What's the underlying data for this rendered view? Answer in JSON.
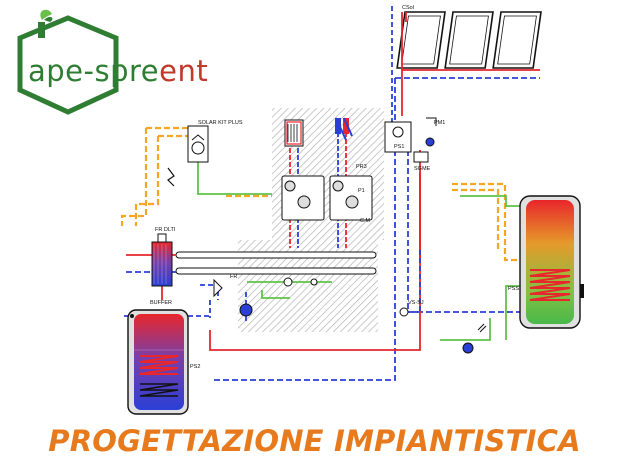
{
  "brand": {
    "name_part1": "ape-spre",
    "name_part2": "ent",
    "colors": {
      "green": "#2e7d32",
      "leaf": "#6abf4b",
      "red": "#c0392b",
      "orange": "#e87a1e"
    }
  },
  "labels": {
    "solar_kit": "SOLAR KIT PLUS",
    "csol": "CSol",
    "ps1": "PS1",
    "sgme": "SGME",
    "pm1": "PM1",
    "fr_filter": "FR\nDLTI",
    "fr2": "FR",
    "buffer": "BUFFER",
    "vssj": "VS-SJ",
    "pss": "PSS",
    "ps2": "PS2",
    "pr3": "PR3",
    "p1": "P1",
    "cm": "C.M"
  },
  "title": "PROGETTAZIONE IMPIANTISTICA",
  "colors": {
    "hot_pipe": "#e8262b",
    "cold_pipe": "#2a3fd6",
    "solar_dash": "#f5a623",
    "return_pipe": "#5ec24a",
    "hatch": "#9a9a9a"
  }
}
